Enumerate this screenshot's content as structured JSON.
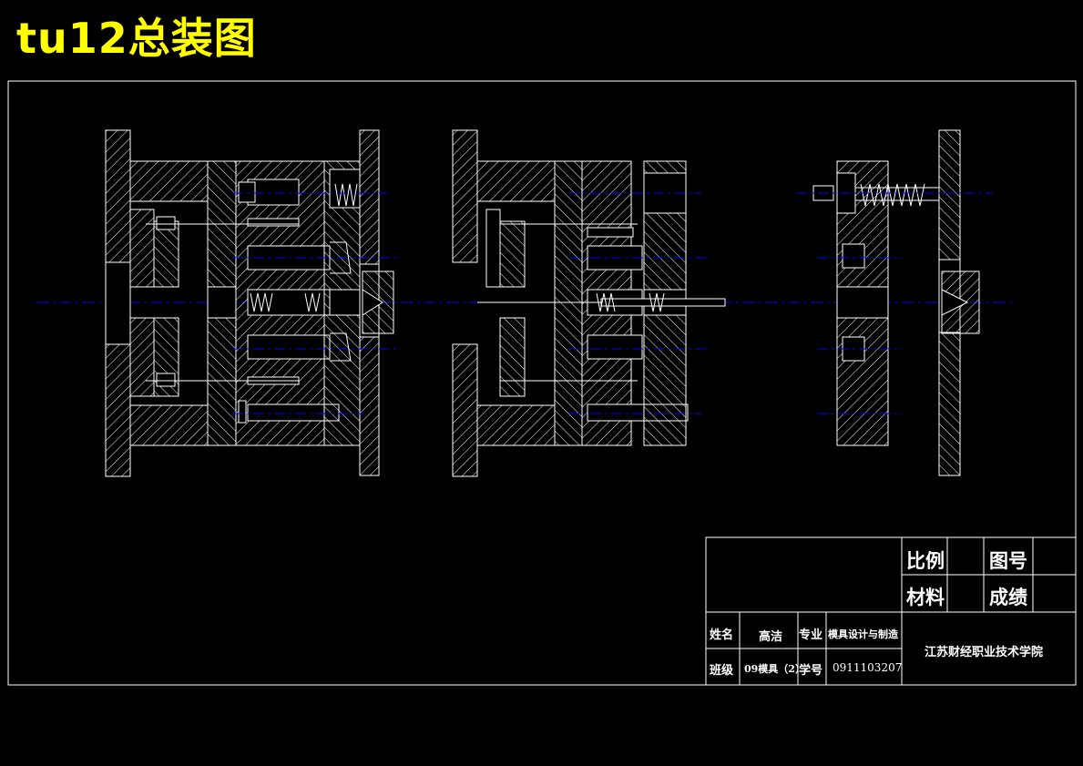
{
  "title": "tu12总装图",
  "colors": {
    "background": "#000000",
    "title": "#ffff00",
    "lines": "#ffffff",
    "centerlines": "#0000ff"
  },
  "title_block": {
    "scale_label": "比例",
    "drawing_no_label": "图号",
    "material_label": "材料",
    "grade_label": "成绩",
    "name_label": "姓名",
    "name_value": "高洁",
    "major_label": "专业",
    "major_value": "模具设计与制造",
    "class_label": "班级",
    "class_value": "09模具（2）",
    "student_id_label": "学号",
    "student_id_value": "0911103207",
    "school": "江苏财经职业技术学院"
  }
}
